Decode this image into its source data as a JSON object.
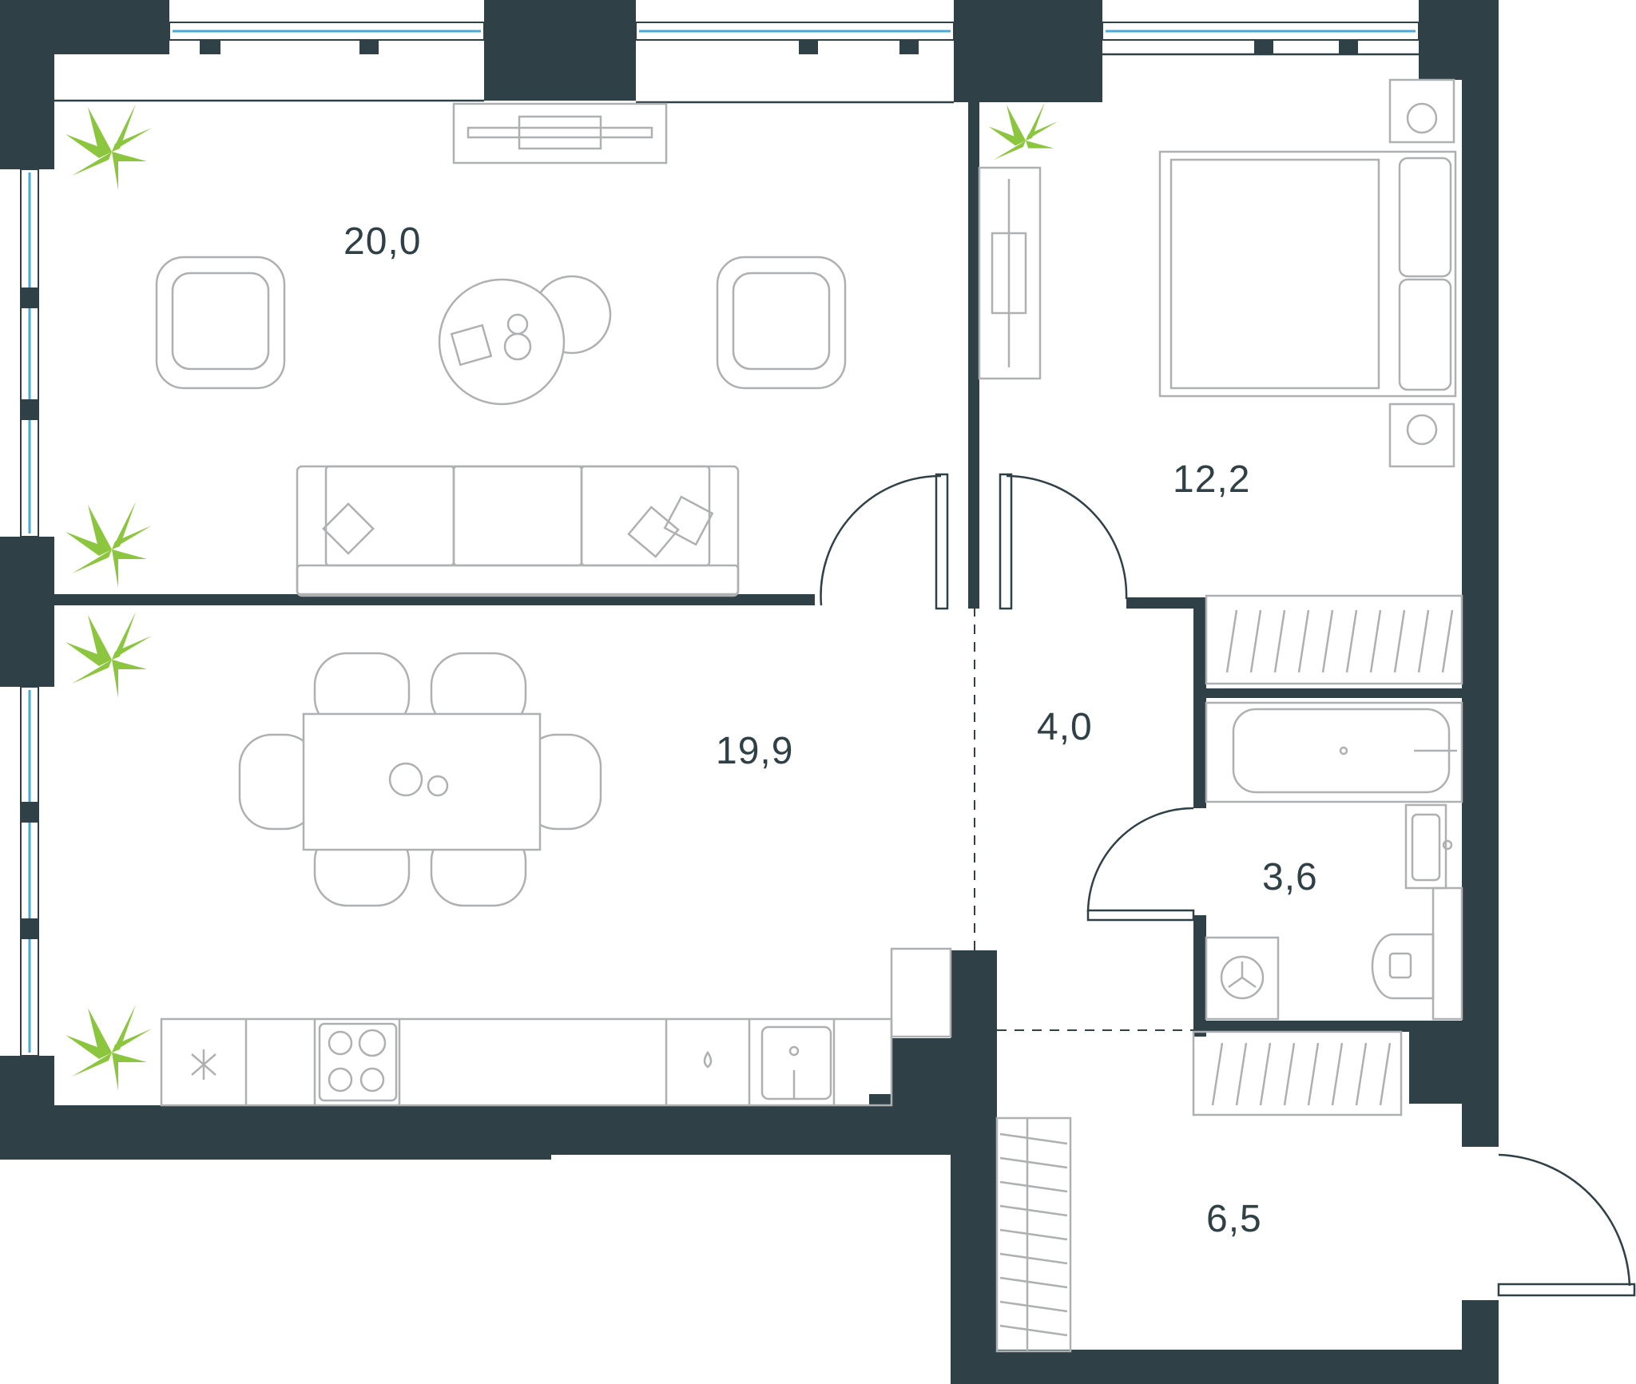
{
  "plan": {
    "colors": {
      "wall": "#2f4047",
      "furniture": "#aeb0b1",
      "plant": "#8cc63f",
      "window": "#4aa9d9"
    },
    "rooms": [
      {
        "id": "living",
        "area": "20,0"
      },
      {
        "id": "bedroom",
        "area": "12,2"
      },
      {
        "id": "kitchen-dining",
        "area": "19,9"
      },
      {
        "id": "hall",
        "area": "4,0"
      },
      {
        "id": "bathroom",
        "area": "3,6"
      },
      {
        "id": "entrance",
        "area": "6,5"
      }
    ],
    "icons": [
      "plant-icon",
      "sofa-icon",
      "armchair-icon",
      "coffee-table-icon",
      "tv-unit-icon",
      "bed-icon",
      "nightstand-icon",
      "wardrobe-icon",
      "dining-table-icon",
      "chair-icon",
      "kitchen-counter-icon",
      "hob-icon",
      "sink-icon",
      "bathtub-icon",
      "toilet-icon",
      "washing-machine-icon",
      "door-swing-icon",
      "window-icon"
    ]
  }
}
